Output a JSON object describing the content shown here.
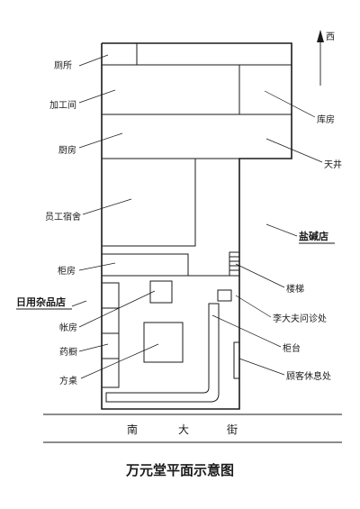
{
  "title": "万元堂平面示意图",
  "north_marker": "西",
  "street": [
    "南",
    "大",
    "街"
  ],
  "labels": {
    "toilet": "厕所",
    "workshop": "加工间",
    "kitchen": "厨房",
    "storeroom": "库房",
    "courtyard": "天井",
    "staff_dorm": "员工宿舍",
    "salt_alkali_shop": "盐碱店",
    "cabinet_room": "柜房",
    "stairs": "楼梯",
    "sundries_shop": "日用杂品店",
    "account_room": "帐房",
    "clinic": "李大夫问诊处",
    "medicine_cabinet": "药橱",
    "counter": "柜台",
    "prescription_table": "方桌",
    "guest_lounge": "顾客休息处"
  }
}
